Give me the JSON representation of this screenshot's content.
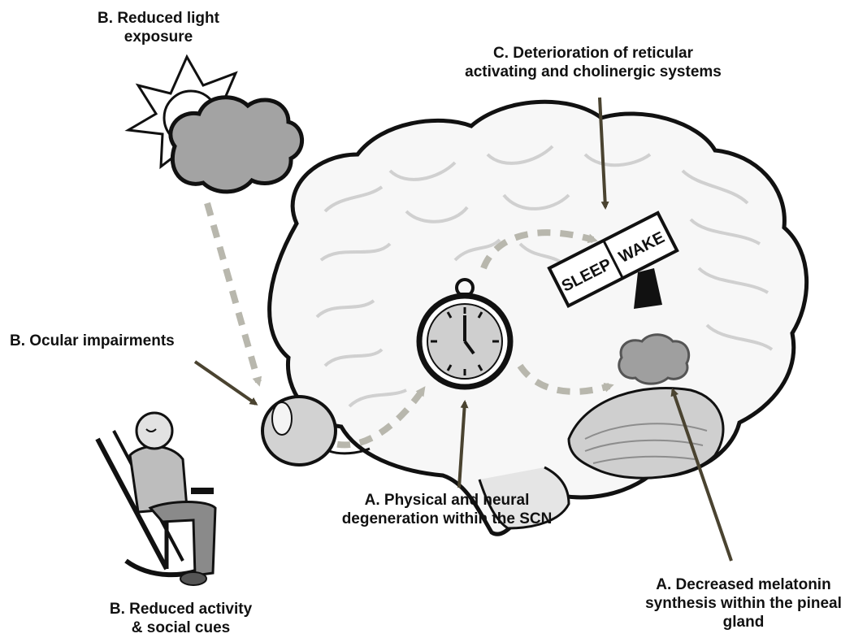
{
  "labels": {
    "light": [
      "B. Reduced light",
      "exposure"
    ],
    "reticular": [
      "C. Deterioration of reticular",
      "activating and cholinergic systems"
    ],
    "ocular": [
      "B. Ocular impairments"
    ],
    "scn": [
      "A. Physical and neural",
      "degeneration within the SCN"
    ],
    "activity": [
      "B. Reduced activity",
      "& social cues"
    ],
    "melatonin": [
      "A. Decreased melatonin",
      "synthesis within the pineal",
      "gland"
    ]
  },
  "switch_labels": {
    "sleep": "SLEEP",
    "wake": "WAKE"
  },
  "icons": [
    "sun-icon",
    "cloud-icon",
    "brain-illustration",
    "eye-icon",
    "clock-icon",
    "sleep-wake-switch-icon",
    "pineal-gland-icon",
    "sleeping-elderly-man-icon",
    "rocking-chair-icon"
  ],
  "colors": {
    "arrow": "#4a4330",
    "dashed_path": "#b8b7ad",
    "outline": "#111111",
    "fill_grey": "#a9a9a9"
  }
}
